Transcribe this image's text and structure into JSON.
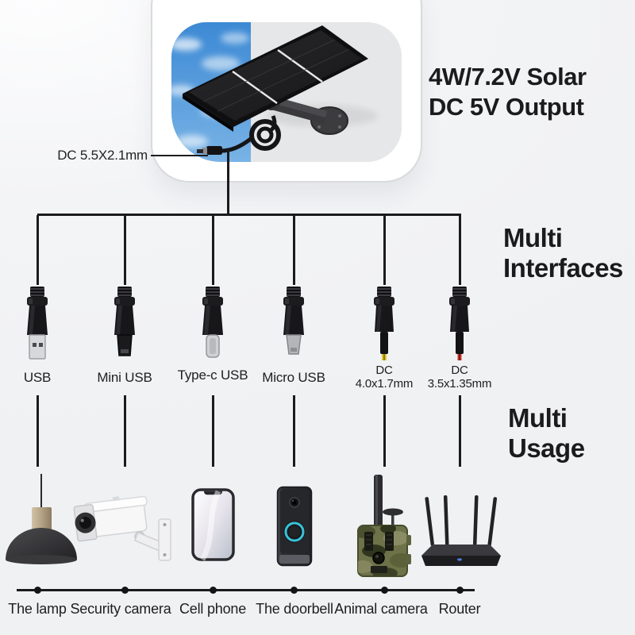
{
  "page": {
    "background": "#f1f2f4",
    "ink": "#1b1b1d"
  },
  "hero": {
    "headline_line1": "4W/7.2V Solar",
    "headline_line2": "DC 5V Output",
    "callout_label": "DC 5.5X2.1mm",
    "photo_subject": "solar-panel-on-wall-mount-bracket",
    "sky_color": "#4493da",
    "wall_color": "#e3e4e6"
  },
  "interfaces": {
    "title_line1": "Multi",
    "title_line2": "Interfaces",
    "items": [
      {
        "name": "usb-a-connector",
        "label": "USB"
      },
      {
        "name": "mini-usb-connector",
        "label": "Mini USB"
      },
      {
        "name": "type-c-usb-connector",
        "label": "Type-c USB"
      },
      {
        "name": "micro-usb-connector",
        "label": "Micro USB"
      },
      {
        "name": "dc-4-0x1-7-connector",
        "label_line1": "DC",
        "label_line2": "4.0x1.7mm",
        "tip_color": "#e3c52f"
      },
      {
        "name": "dc-3-5x1-35-connector",
        "label_line1": "DC",
        "label_line2": "3.5x1.35mm",
        "tip_color": "#cd3a2b"
      }
    ]
  },
  "usage": {
    "title_line1": "Multi",
    "title_line2": "Usage",
    "items": [
      {
        "name": "pendant-lamp",
        "label": "The lamp"
      },
      {
        "name": "security-camera",
        "label": "Security camera"
      },
      {
        "name": "cell-phone",
        "label": "Cell phone"
      },
      {
        "name": "video-doorbell",
        "label": "The doorbell"
      },
      {
        "name": "animal-trail-camera",
        "label": "Animal camera"
      },
      {
        "name": "wifi-router",
        "label": "Router"
      }
    ]
  },
  "accents": {
    "doorbell_button_ring": "#38c3d8",
    "router_led": "#4d7de0"
  }
}
